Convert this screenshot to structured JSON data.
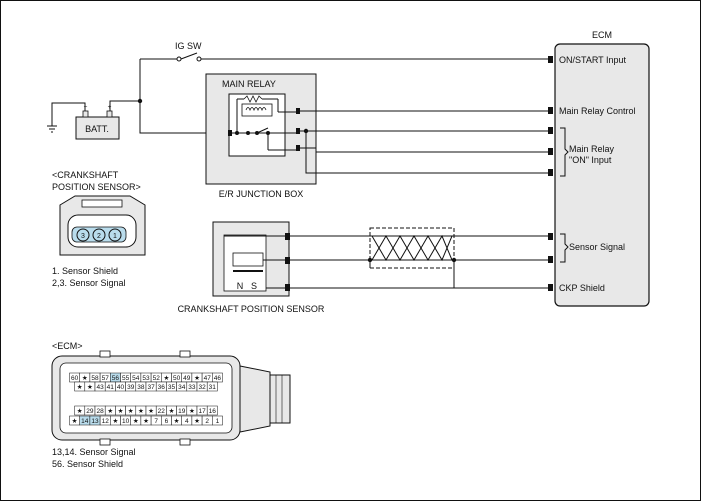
{
  "ecm": {
    "title": "ECM",
    "pins": {
      "on_start": "ON/START Input",
      "main_relay_control": "Main Relay Control",
      "main_relay_on_line1": "Main Relay",
      "main_relay_on_line2": "\"ON\" Input",
      "sensor_signal": "Sensor Signal",
      "ckp_shield": "CKP Shield"
    }
  },
  "ig_sw": "IG SW",
  "battery": "BATT.",
  "main_relay": "MAIN RELAY",
  "junction_box": "E/R JUNCTION BOX",
  "ckp_sensor": {
    "title": "CRANKSHAFT POSITION SENSOR",
    "pole_n": "N",
    "pole_s": "S"
  },
  "ckp_connector": {
    "header_line1": "<CRANKSHAFT",
    "header_line2": "POSITION SENSOR>",
    "pins": [
      "3",
      "2",
      "1"
    ],
    "legend": [
      "1. Sensor Shield",
      "2,3. Sensor Signal"
    ]
  },
  "ecm_connector": {
    "header": "<ECM>",
    "legend": [
      "13,14. Sensor Signal",
      "56. Sensor Shield"
    ],
    "rows": [
      [
        "60",
        "★",
        "58",
        "57",
        "56",
        "55",
        "54",
        "53",
        "52",
        "★",
        "50",
        "49",
        "★",
        "47",
        "46"
      ],
      [
        "★",
        "★",
        "43",
        "41",
        "40",
        "39",
        "38",
        "37",
        "36",
        "35",
        "34",
        "33",
        "32",
        "31"
      ],
      [
        "★",
        "29",
        "28",
        "★",
        "★",
        "★",
        "★",
        "★",
        "22",
        "★",
        "19",
        "★",
        "17",
        "16"
      ],
      [
        "★",
        "14",
        "13",
        "12",
        "★",
        "10",
        "★",
        "★",
        "7",
        "6",
        "★",
        "4",
        "★",
        "2",
        "1"
      ]
    ]
  },
  "colors": {
    "line": "#111111",
    "fill_gray": "#e8e8e8",
    "pin_highlight": "#b9dcec"
  }
}
